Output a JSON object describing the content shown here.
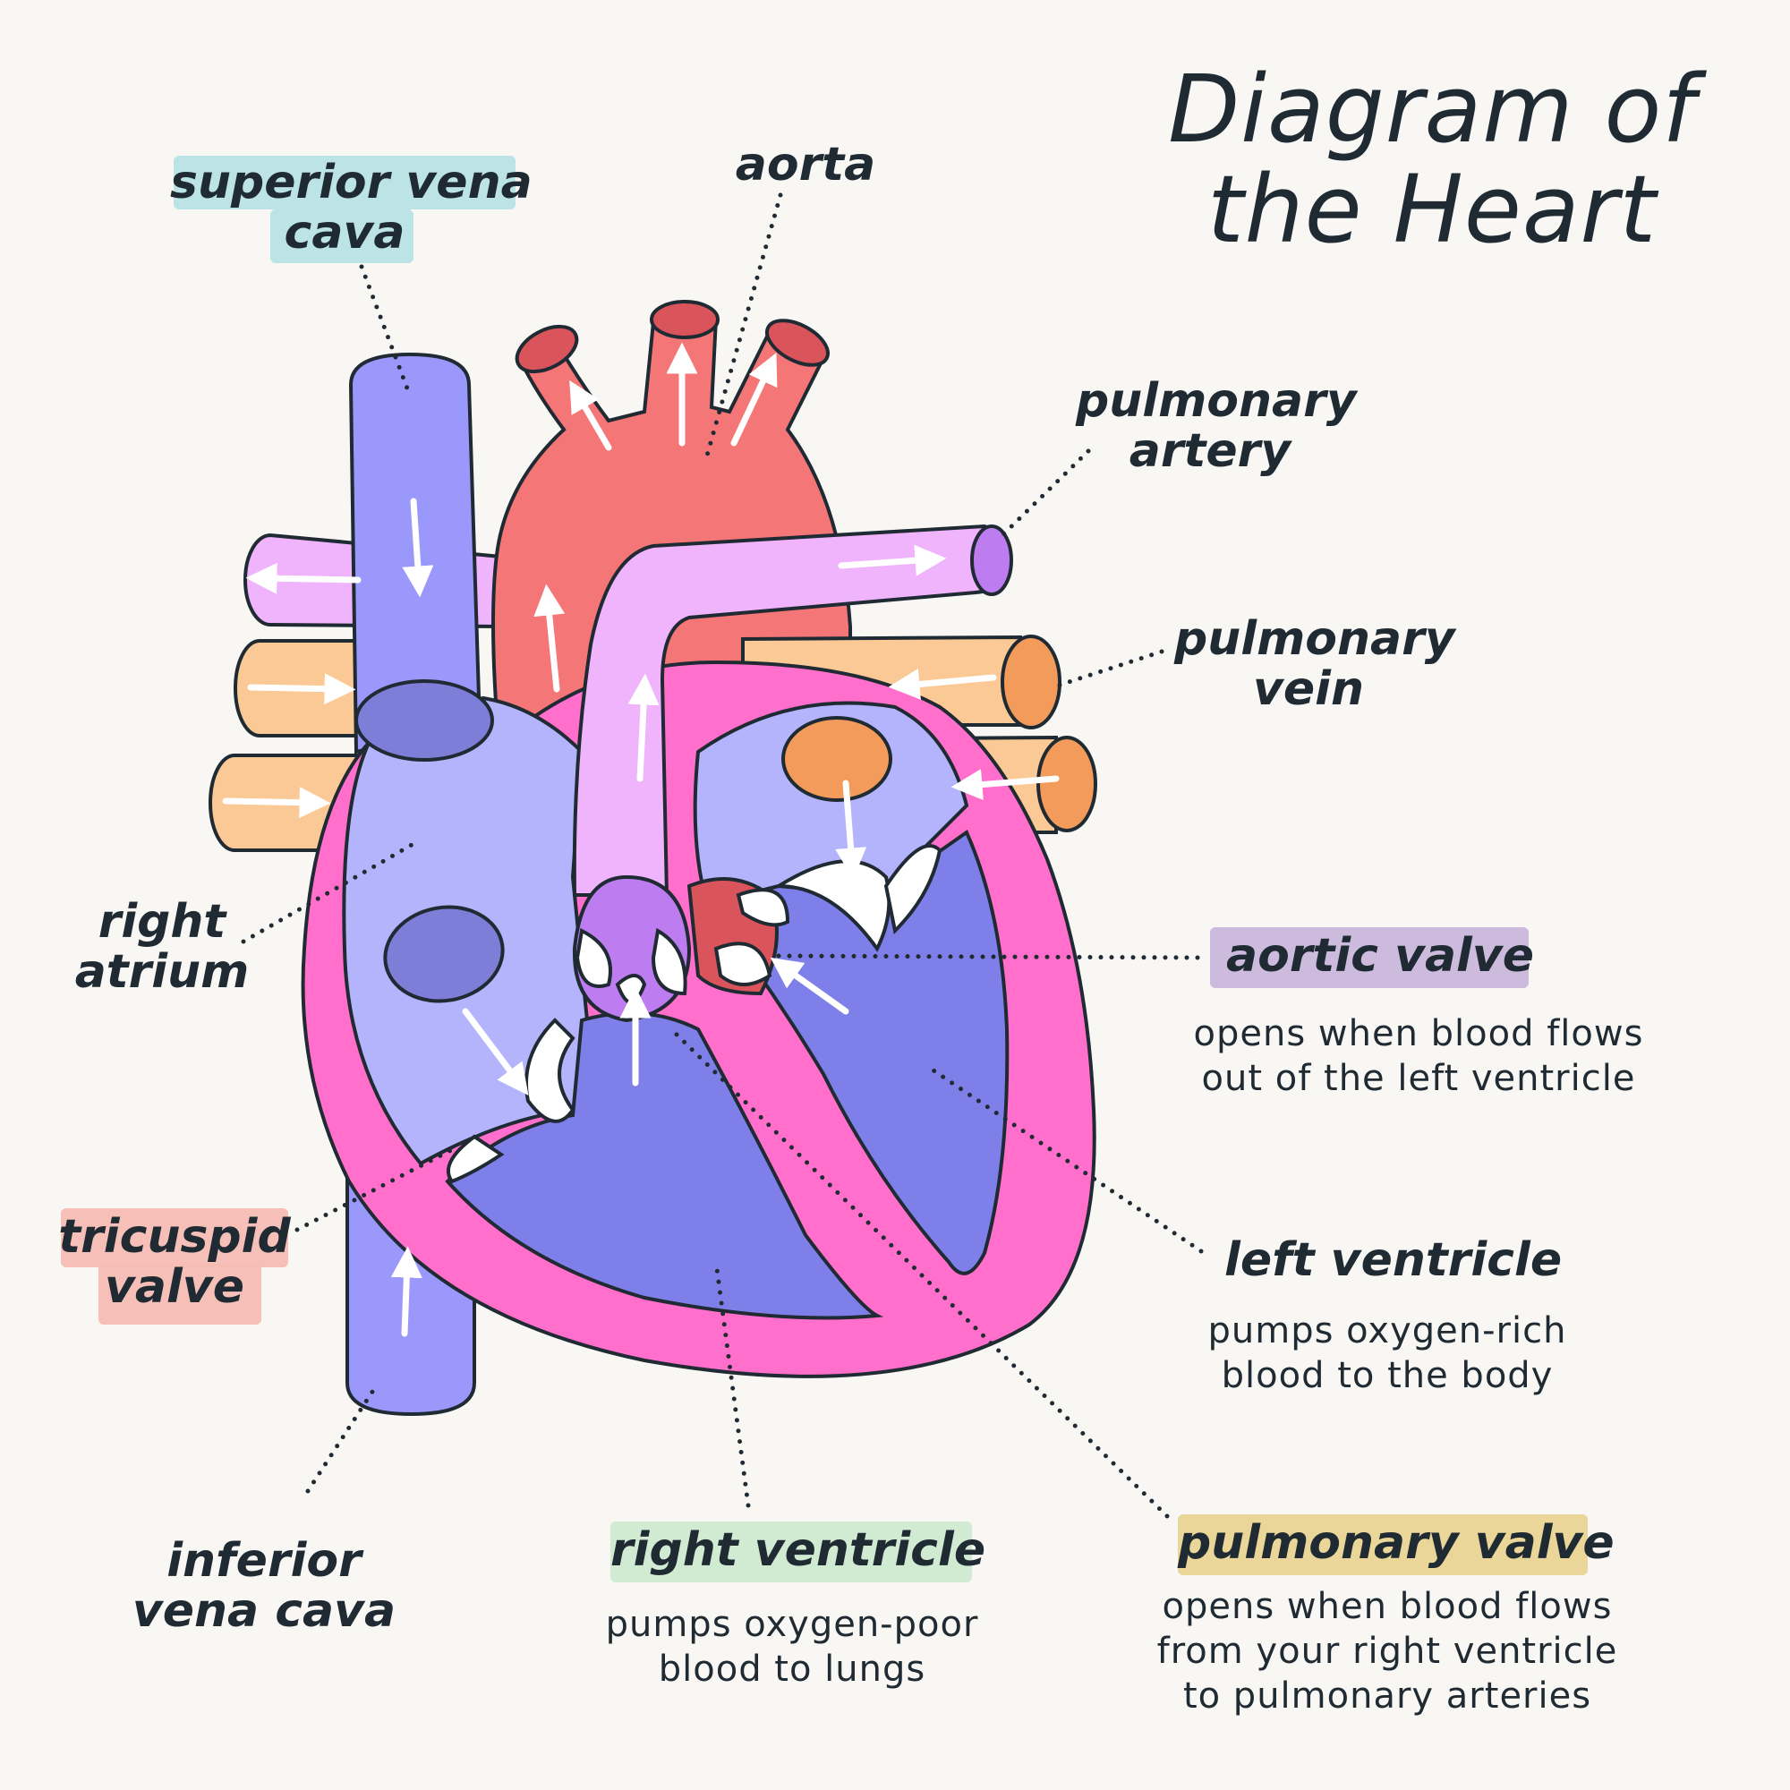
{
  "title": {
    "line1": "Diagram of",
    "line2": "the Heart"
  },
  "labels": {
    "superior_vena_cava": {
      "line1": "superior vena",
      "line2": "cava"
    },
    "aorta": "aorta",
    "pulmonary_artery": {
      "line1": "pulmonary",
      "line2": "artery"
    },
    "pulmonary_vein": {
      "line1": "pulmonary",
      "line2": "vein"
    },
    "right_atrium": {
      "line1": "right",
      "line2": "atrium"
    },
    "aortic_valve": {
      "label": "aortic valve",
      "desc1": "opens when blood flows",
      "desc2": "out of the left ventricle"
    },
    "tricuspid_valve": {
      "line1": "tricuspid",
      "line2": "valve"
    },
    "left_ventricle": {
      "label": "left ventricle",
      "desc1": "pumps oxygen-rich",
      "desc2": "blood to the body"
    },
    "inferior_vena_cava": {
      "line1": "inferior",
      "line2": "vena cava"
    },
    "right_ventricle": {
      "label": "right ventricle",
      "desc1": "pumps oxygen-poor",
      "desc2": "blood to lungs"
    },
    "pulmonary_valve": {
      "label": "pulmonary valve",
      "desc1": "opens when blood flows",
      "desc2": "from your right ventricle",
      "desc3": "to pulmonary arteries"
    }
  },
  "colors": {
    "background": "#f8f7f3",
    "outline": "#1f2a33",
    "vena_cava": "#9a98fb",
    "vena_cava_dark": "#7d7ed8",
    "aorta": "#f47677",
    "aorta_dark": "#d9545b",
    "pulmonary_artery": "#efb4fb",
    "pulmonary_valve_base": "#bd7df0",
    "pulmonary_vein": "#fbc995",
    "pulmonary_vein_end": "#f29b5b",
    "myocardium": "#ff6fcb",
    "right_atrium": "#b3b4fb",
    "right_ventricle": "#7f7fe9",
    "left_atrium": "#b3b4fb",
    "left_ventricle": "#7f7fe9",
    "highlight_superior_vena_cava": "#b8e1e5",
    "highlight_aortic_valve": "#cab7dc",
    "highlight_tricuspid_valve": "#f6bdb4",
    "highlight_right_ventricle": "#cfead1",
    "highlight_pulmonary_valve": "#ead494"
  },
  "icons": {
    "flow_arrows": "arrow-icon"
  }
}
